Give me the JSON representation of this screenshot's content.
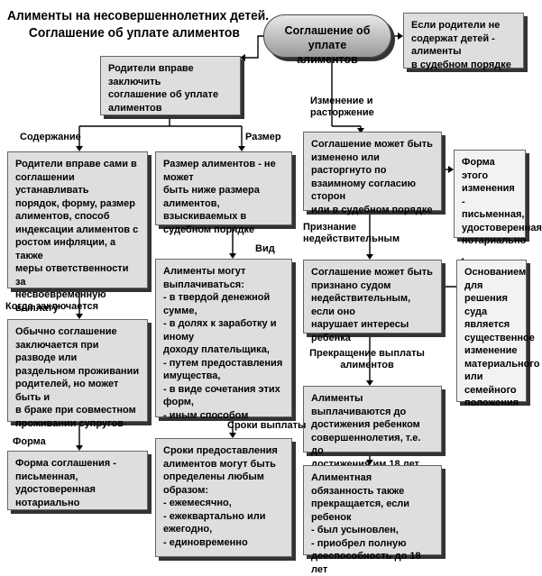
{
  "title": {
    "line1": "Алименты на несовершеннолетних детей.",
    "line2": "Соглашение об уплате алиментов"
  },
  "center": {
    "line1": "Соглашение об уплате",
    "line2": "алиментов"
  },
  "boxes": {
    "no_support": [
      "Если родители не",
      "содержат детей - алименты",
      "в судебном порядке"
    ],
    "parents_right": [
      "Родители вправе заключить",
      "соглашение об уплате",
      "алиментов"
    ],
    "content_box": [
      "Родители вправе сами в",
      "соглашении устанавливать",
      "порядок, форму, размер",
      "алиментов, способ",
      "индексации алиментов с",
      "ростом инфляции, а также",
      "меры ответственности за",
      "несвоевременную выплату"
    ],
    "size_box": [
      "Размер алиментов - не может",
      "быть ниже размера",
      "алиментов, взыскиваемых в",
      "судебном порядке"
    ],
    "change_box": [
      "Соглашение  может быть",
      "изменено или расторгнуто по",
      "взаимному согласию сторон",
      "или в судебном порядке"
    ],
    "change_form": [
      "Форма  этого",
      "изменения -",
      "письменная,",
      "удостоверенная",
      "нотариально"
    ],
    "when_box": [
      "Обычно соглашение",
      "заключается при разводе или",
      "раздельном проживании",
      "родителей, но может быть  и",
      "в браке при совместном",
      "проживании супругов"
    ],
    "type_box": [
      "Алименты могут",
      "выплачиваться:",
      "- в твердой денежной сумме,",
      "- в долях к заработку и иному",
      "доходу плательщика,",
      "- путем предоставления",
      "имущества,",
      "- в виде сочетания этих форм,",
      "- иным способом"
    ],
    "invalid_box": [
      "Соглашение может быть",
      "признано судом",
      "недействительным, если оно",
      "нарушает интересы ребенка"
    ],
    "grounds_box": [
      "Основанием",
      "для решения",
      "суда является",
      "существенное",
      "изменение",
      "материального",
      "или семейного",
      "положения"
    ],
    "form_box": [
      "Форма соглашения -",
      "письменная, удостоверенная",
      "нотариально"
    ],
    "age_box": [
      "Алименты выплачиваются до",
      "достижения ребенком",
      "совершеннолетия, т.е. до",
      "достижения им 18 лет"
    ],
    "terms_box": [
      "Сроки предоставления",
      "алиментов могут быть",
      "определены любым образом:",
      "- ежемесячно,",
      "- ежеквартально или",
      "ежегодно,",
      "- единовременно"
    ],
    "end_box": [
      "Алиментная обязанность также",
      "прекращается, если ребенок",
      "- был усыновлен,",
      "- приобрел полную",
      "дееспособность до 18 лет"
    ]
  },
  "labels": {
    "content": "Содержание",
    "size": "Размер",
    "change": [
      "Изменение и",
      "расторжение"
    ],
    "recognition": [
      "Признание",
      "недействительным"
    ],
    "when": "Когда заключается",
    "type": "Вид",
    "termination": [
      "Прекращение выплаты",
      "алиментов"
    ],
    "terms": "Сроки выплаты",
    "form": "Форма"
  }
}
